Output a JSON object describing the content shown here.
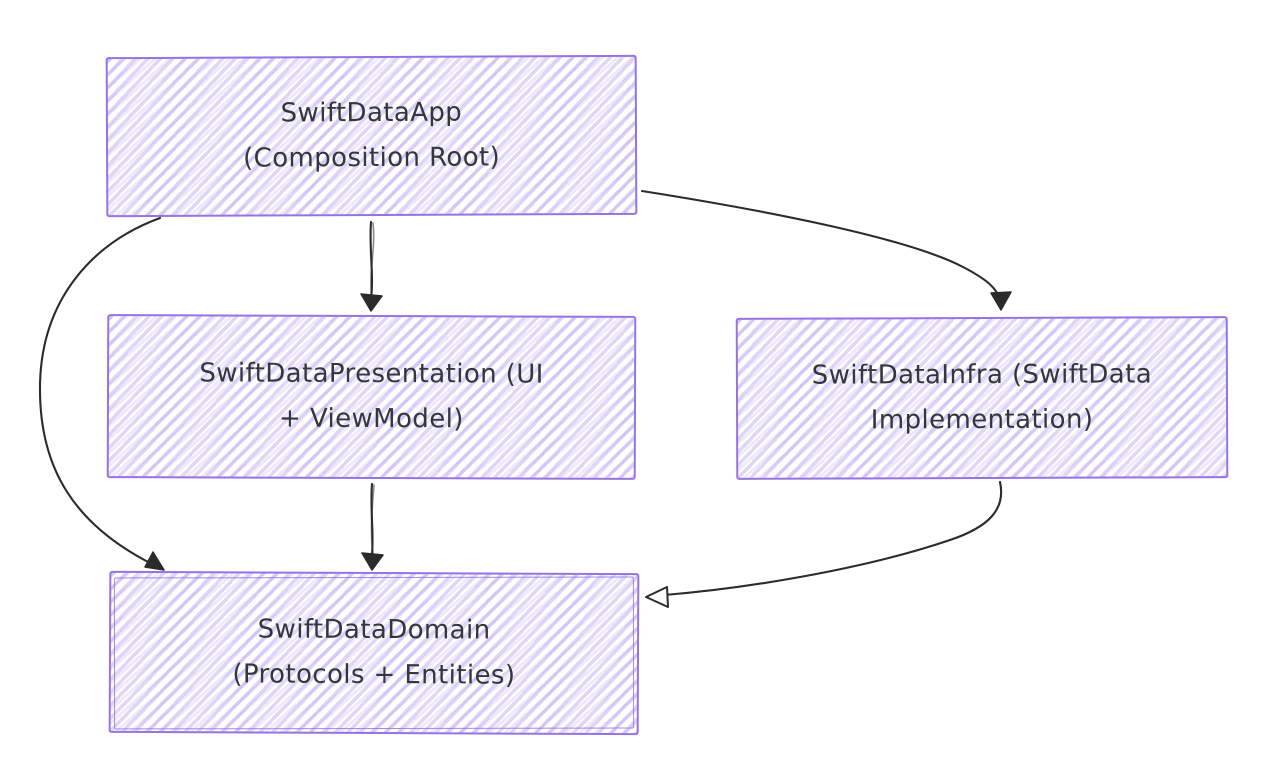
{
  "diagram": {
    "type": "architecture-dependency-diagram",
    "background": "#ffffff",
    "style": {
      "node_border_color": "#9672e3",
      "node_hatch_color": "#cfc4f4",
      "text_color": "#33363b",
      "arrow_color": "#2b2b2b"
    },
    "nodes": [
      {
        "id": "swiftdata-app",
        "lines": [
          "SwiftDataApp",
          "(Composition Root)"
        ]
      },
      {
        "id": "swiftdata-presentation",
        "lines": [
          "SwiftDataPresentation (UI",
          "+ ViewModel)"
        ]
      },
      {
        "id": "swiftdata-infra",
        "lines": [
          "SwiftDataInfra (SwiftData",
          "Implementation)"
        ]
      },
      {
        "id": "swiftdata-domain",
        "lines": [
          "SwiftDataDomain",
          "(Protocols + Entities)"
        ]
      }
    ],
    "edges": [
      {
        "from": "swiftdata-app",
        "to": "swiftdata-presentation",
        "head": "filled"
      },
      {
        "from": "swiftdata-app",
        "to": "swiftdata-infra",
        "head": "filled"
      },
      {
        "from": "swiftdata-app",
        "to": "swiftdata-domain",
        "head": "filled"
      },
      {
        "from": "swiftdata-presentation",
        "to": "swiftdata-domain",
        "head": "filled"
      },
      {
        "from": "swiftdata-infra",
        "to": "swiftdata-domain",
        "head": "open"
      }
    ]
  }
}
